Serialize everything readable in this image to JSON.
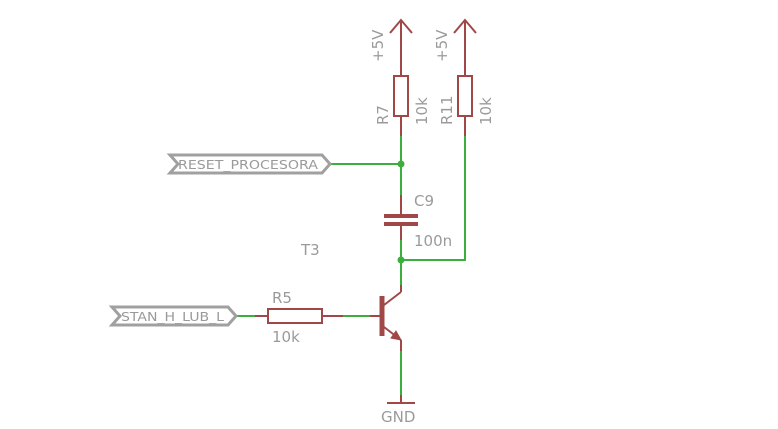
{
  "colors": {
    "wire": "#3cae3c",
    "component": "#a04848",
    "label": "#9a9a9a",
    "port_border": "#a0a0a0",
    "background": "#ffffff"
  },
  "supply_left": "+5V",
  "supply_right": "+5V",
  "r7": {
    "name": "R7",
    "value": "10k"
  },
  "r11": {
    "name": "R11",
    "value": "10k"
  },
  "c9": {
    "name": "C9",
    "value": "100n"
  },
  "t3": {
    "name": "T3"
  },
  "r5": {
    "name": "R5",
    "value": "10k"
  },
  "ports": {
    "reset": "RESET_PROCESORA",
    "stan": "STAN_H_LUB_L"
  },
  "ground": "GND"
}
